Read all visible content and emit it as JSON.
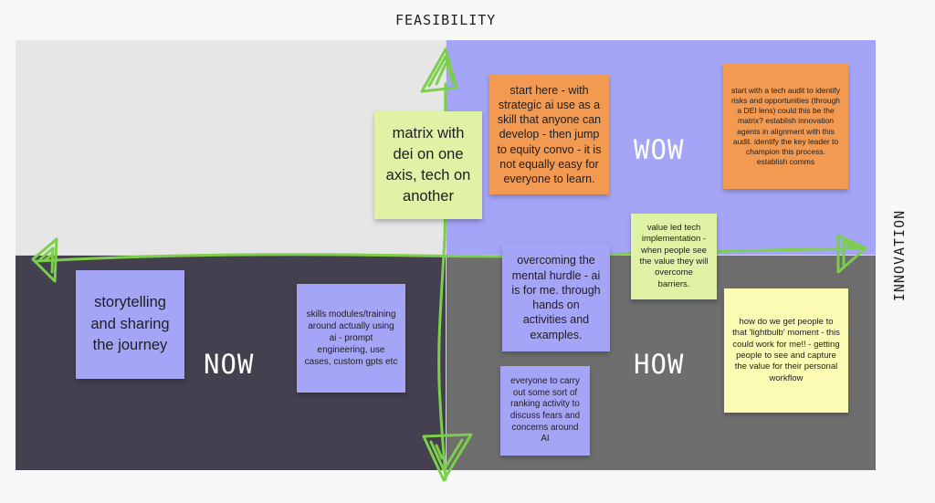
{
  "axes": {
    "vertical_label": "FEASIBILITY",
    "horizontal_label": "INNOVATION"
  },
  "quadrants": {
    "top_right_label": "WOW",
    "bottom_left_label": "NOW",
    "bottom_right_label": "HOW"
  },
  "notes": {
    "start_here": "start here - with strategic ai use as a skill that anyone can develop - then jump to equity convo - it is not equally easy for everyone to learn.",
    "tech_audit": "start with a tech audit to identify risks and opportunities (through a DEI lens) could this be the matrix? establish innovation agents in alignment with this audit. identify the key leader to champion this process. establish comms",
    "matrix": "matrix with dei on one axis, tech on another",
    "value_led": "value led tech implementation - when people see the value they will overcome barriers.",
    "mental_hurdle": "overcoming the mental hurdle - ai is for me. through hands on activities and examples.",
    "storytelling": "storytelling and sharing the journey",
    "skills": "skills modules/training around actually using ai - prompt engineering, use cases, custom gpts etc",
    "lightbulb": "how do we get people to that 'lightbulb' moment - this could work for me!! - getting people to see and capture the value for their personal workflow",
    "ranking": "everyone to carry out some sort of ranking activity to discuss fears and concerns around AI"
  },
  "colors": {
    "green_stroke": "#7ccf4a",
    "orange_note": "#f29a52",
    "green_note": "#dff2a6",
    "purple_note": "#a5a5f7",
    "yellow_note": "#fbfbb4"
  }
}
